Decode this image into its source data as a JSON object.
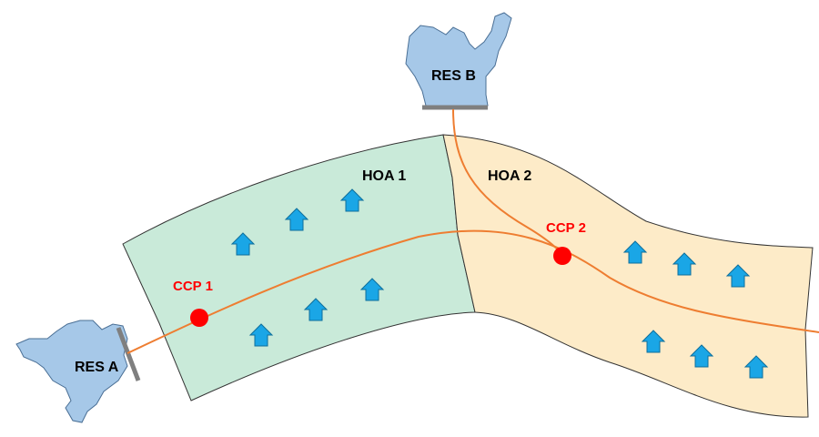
{
  "colors": {
    "hoa1_fill": "#c9ead9",
    "hoa2_fill": "#fdebc8",
    "reservoir_fill": "#a6c8e8",
    "reservoir_outline": "#4a6f95",
    "dam": "#7f7f7f",
    "pipeline": "#ee7d31",
    "ccp": "#ff0000",
    "house": "#1aa6e6",
    "house_outline": "#0e6f9b"
  },
  "reservoirs": [
    {
      "id": "res-a",
      "label": "RES A"
    },
    {
      "id": "res-b",
      "label": "RES B"
    }
  ],
  "areas": [
    {
      "id": "hoa-1",
      "label": "HOA 1",
      "houses": 6
    },
    {
      "id": "hoa-2",
      "label": "HOA 2",
      "houses": 6
    }
  ],
  "control_points": [
    {
      "id": "ccp-1",
      "label": "CCP 1"
    },
    {
      "id": "ccp-2",
      "label": "CCP 2"
    }
  ],
  "icons": {
    "house": "house-icon",
    "reservoir": "lake-icon",
    "control_point": "dot-icon"
  }
}
